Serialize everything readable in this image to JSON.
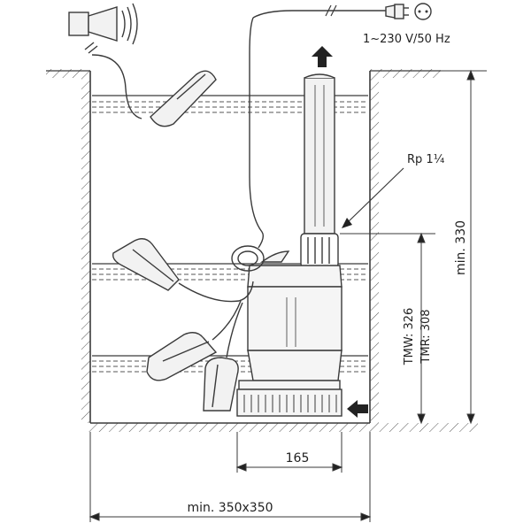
{
  "labels": {
    "power": "1~230 V/50 Hz",
    "pipe_thread": "Rp 1¼",
    "min_height": "min. 330",
    "tmw": "TMW: 326",
    "tmr": "TMR: 308",
    "pump_width": "165",
    "pit_size": "min. 350x350"
  },
  "colors": {
    "line": "#3a3a3a",
    "water": "#555555",
    "fill_light": "#f2f2f2"
  }
}
